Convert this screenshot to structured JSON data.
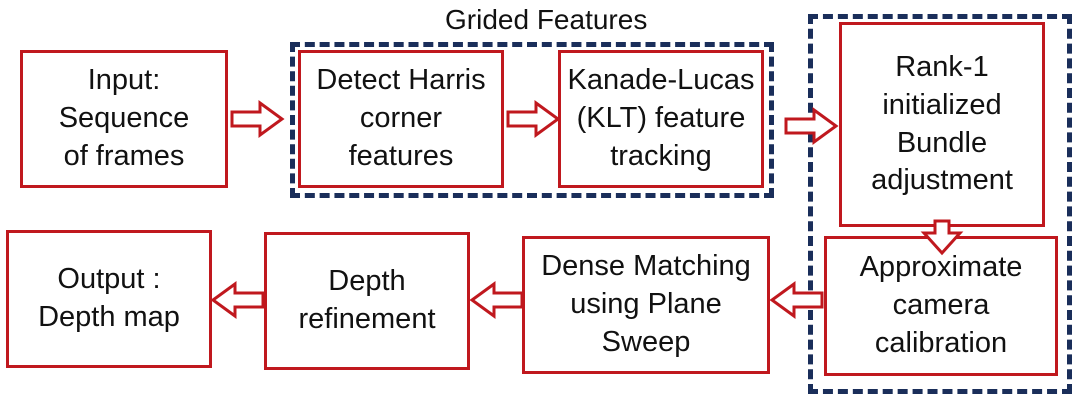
{
  "diagram": {
    "accent_color": "#c0181e",
    "group_color": "#1a2e5a",
    "groups": {
      "grided": {
        "title": "Grided Features"
      }
    },
    "nodes": {
      "input": "Input:\nSequence\nof frames",
      "harris": "Detect Harris\ncorner\nfeatures",
      "klt": "Kanade-Lucas\n(KLT) feature\ntracking",
      "rank1": "Rank-1\ninitialized\nBundle\nadjustment",
      "calib": "Approximate\ncamera\ncalibration",
      "dense": "Dense Matching\nusing Plane\nSweep",
      "refine": "Depth\nrefinement",
      "output": "Output :\nDepth map"
    }
  }
}
